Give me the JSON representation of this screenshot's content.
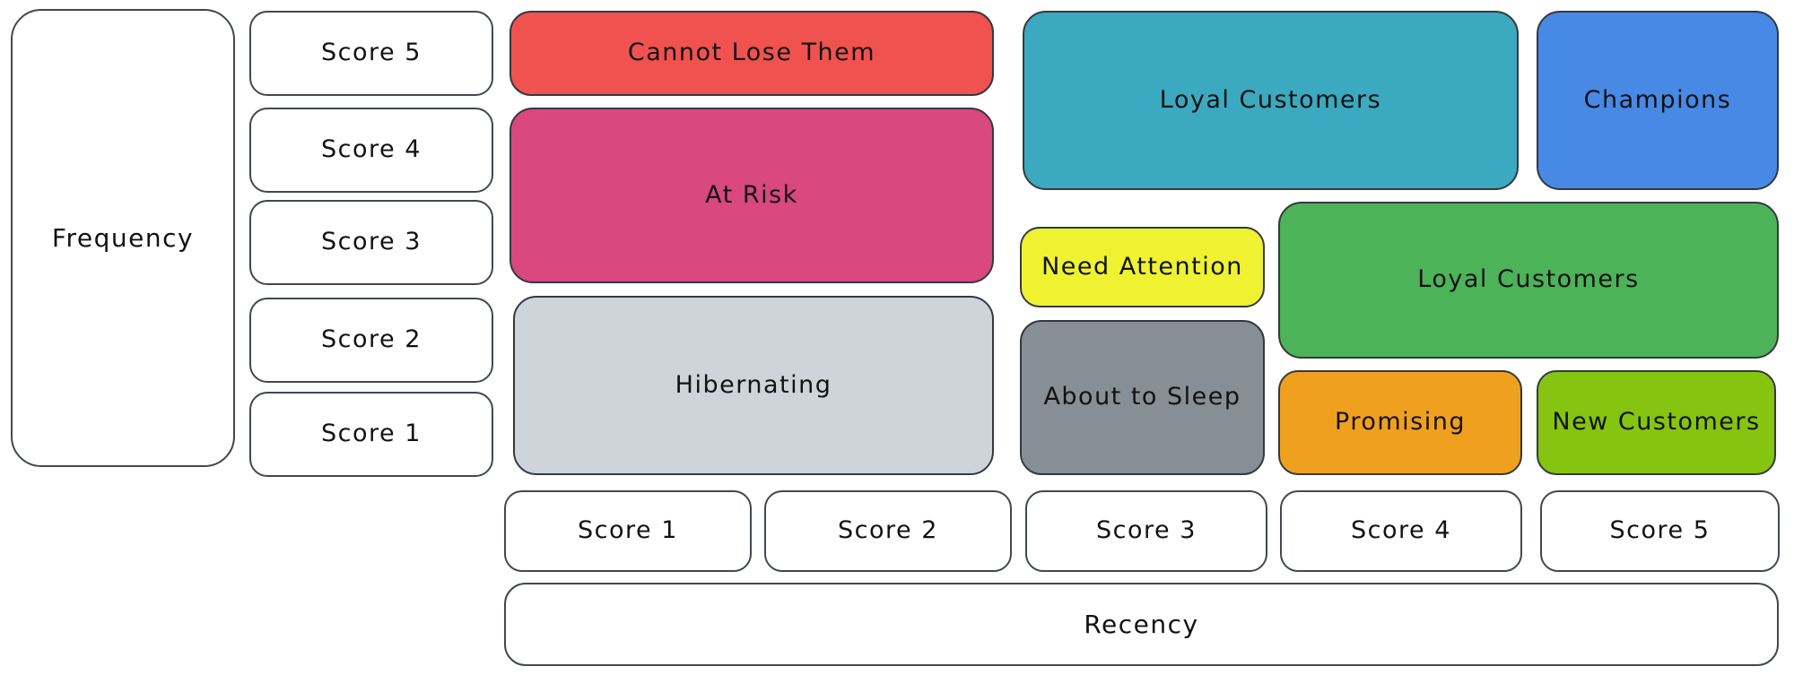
{
  "canvas": {
    "background": "#FFFFFF",
    "outline_color": "#363C42",
    "text_color": "#121212"
  },
  "frequency_axis": {
    "label": "Frequency",
    "scores": [
      "Score 5",
      "Score 4",
      "Score 3",
      "Score 2",
      "Score 1"
    ]
  },
  "recency_axis": {
    "label": "Recency",
    "scores": [
      "Score 1",
      "Score 2",
      "Score 3",
      "Score 4",
      "Score 5"
    ]
  },
  "segments": {
    "cannot_lose_them": {
      "label": "Cannot Lose Them",
      "color": "#F0524F"
    },
    "at_risk": {
      "label": "At Risk",
      "color": "#D9487E"
    },
    "hibernating": {
      "label": "Hibernating",
      "color": "#CED4DA"
    },
    "loyal_customers_upper": {
      "label": "Loyal Customers",
      "color": "#3BA9BF"
    },
    "need_attention": {
      "label": "Need Attention",
      "color": "#EFF231"
    },
    "about_to_sleep": {
      "label": "About to Sleep",
      "color": "#868E96"
    },
    "champions": {
      "label": "Champions",
      "color": "#4789E4"
    },
    "loyal_customers_lower": {
      "label": "Loyal Customers",
      "color": "#4DB358"
    },
    "promising": {
      "label": "Promising",
      "color": "#F0A01F"
    },
    "new_customers": {
      "label": "New Customers",
      "color": "#85C410"
    }
  }
}
